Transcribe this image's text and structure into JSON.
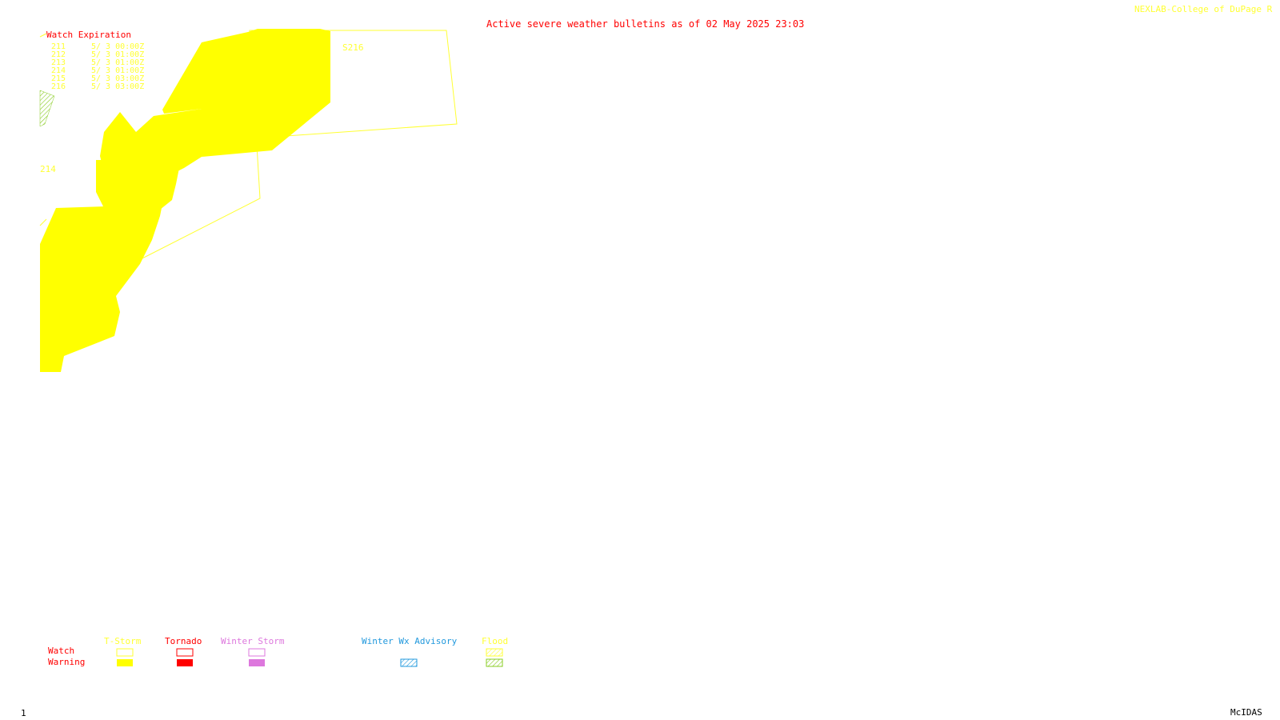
{
  "header": {
    "title": "Active severe weather bulletins as of 02 May 2025 23:03",
    "credit": "NEXLAB-College of DuPage R"
  },
  "watch_expiration": {
    "title": "Watch Expiration",
    "entries": [
      {
        "id": "211",
        "time": "5/ 3 00:00Z"
      },
      {
        "id": "212",
        "time": "5/ 3 01:00Z"
      },
      {
        "id": "213",
        "time": "5/ 3 01:00Z"
      },
      {
        "id": "214",
        "time": "5/ 3 01:00Z"
      },
      {
        "id": "215",
        "time": "5/ 3 03:00Z"
      },
      {
        "id": "216",
        "time": "5/ 3 03:00Z"
      }
    ]
  },
  "map": {
    "labels": [
      {
        "id": "216-label",
        "text": "S216"
      },
      {
        "id": "214-label",
        "text": "214"
      }
    ],
    "colors": {
      "tstorm": "#ffff00",
      "tornado": "#ff0000",
      "winter_storm": "#dd77dd",
      "winter_advisory": "#2299dd",
      "flood": "#88cc22"
    }
  },
  "legend": {
    "columns": [
      {
        "key": "tstorm",
        "label": "T-Storm",
        "color": "#ffff33"
      },
      {
        "key": "tornado",
        "label": "Tornado",
        "color": "#ff0000"
      },
      {
        "key": "winter_storm",
        "label": "Winter Storm",
        "color": "#dd77dd"
      },
      {
        "key": "winter_advisory",
        "label": "Winter Wx Advisory",
        "color": "#2299dd"
      },
      {
        "key": "flood",
        "label": "Flood",
        "color": "#ffff33"
      }
    ],
    "rows": {
      "watch": "Watch",
      "warning": "Warning"
    }
  },
  "footer": {
    "frame": "1",
    "software": "McIDAS"
  }
}
